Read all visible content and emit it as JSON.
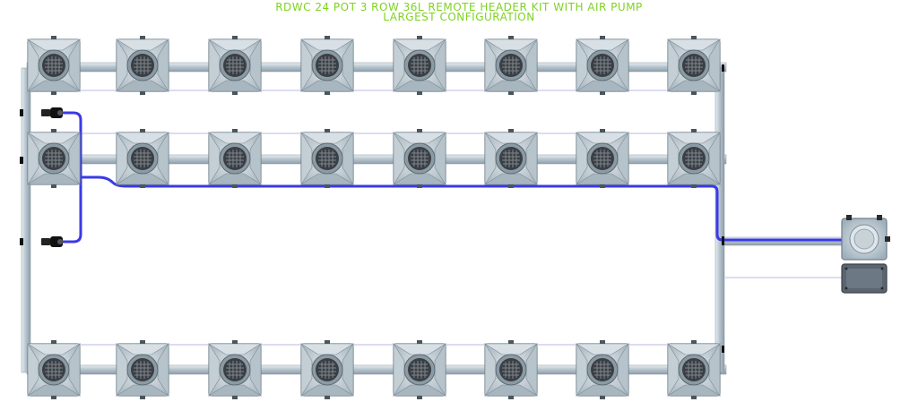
{
  "header": {
    "title_line_1": "RDWC 24 POT 3 ROW 36L REMOTE HEADER KIT WITH AIR PUMP",
    "title_line_2": "LARGEST CONFIGURATION"
  },
  "colors": {
    "title": "#7ed321",
    "air_line": "#3a3ae6",
    "pipe": "#b9c9d2",
    "pot": "#c9d2d9",
    "basket": "#3a3f45"
  },
  "layout_info": {
    "rows": 3,
    "pots_per_row": 8,
    "total_pots": 24,
    "reservoir_liters": 36,
    "includes_air_pump": true
  }
}
